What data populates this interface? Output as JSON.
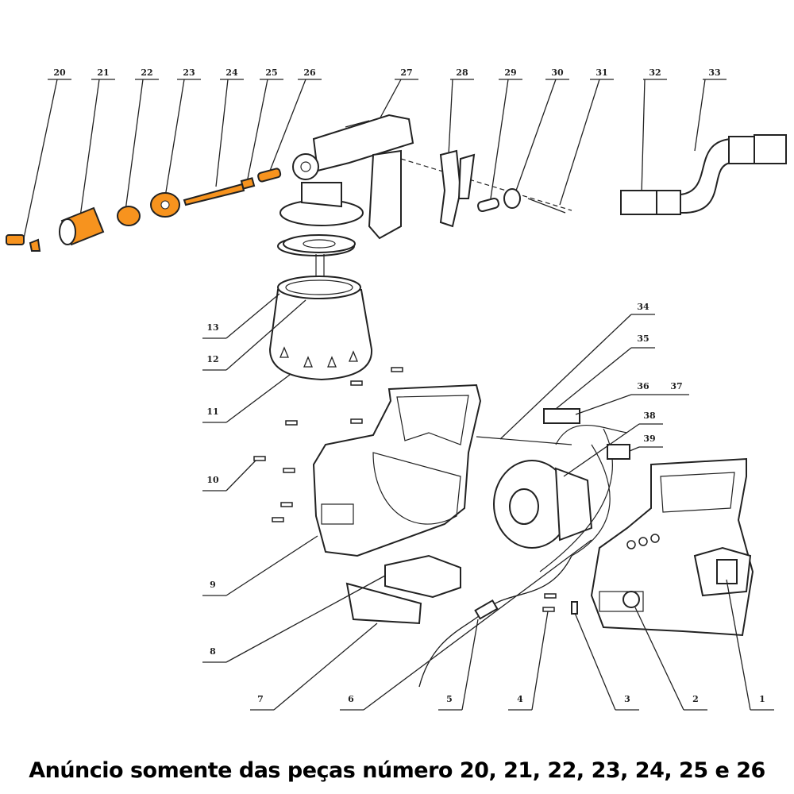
{
  "accent_color": "#f7931e",
  "part_labels": {
    "p1": "1",
    "p2": "2",
    "p3": "3",
    "p4": "4",
    "p5": "5",
    "p6": "6",
    "p7": "7",
    "p8": "8",
    "p9": "9",
    "p10": "10",
    "p11": "11",
    "p12": "12",
    "p13": "13",
    "p20": "20",
    "p21": "21",
    "p22": "22",
    "p23": "23",
    "p24": "24",
    "p25": "25",
    "p26": "26",
    "p27": "27",
    "p28": "28",
    "p29": "29",
    "p30": "30",
    "p31": "31",
    "p32": "32",
    "p33": "33",
    "p34": "34",
    "p35": "35",
    "p36": "36",
    "p37": "37",
    "p38": "38",
    "p39": "39"
  },
  "caption": "Anúncio somente das peças número 20, 21, 22, 23, 24, 25 e 26"
}
